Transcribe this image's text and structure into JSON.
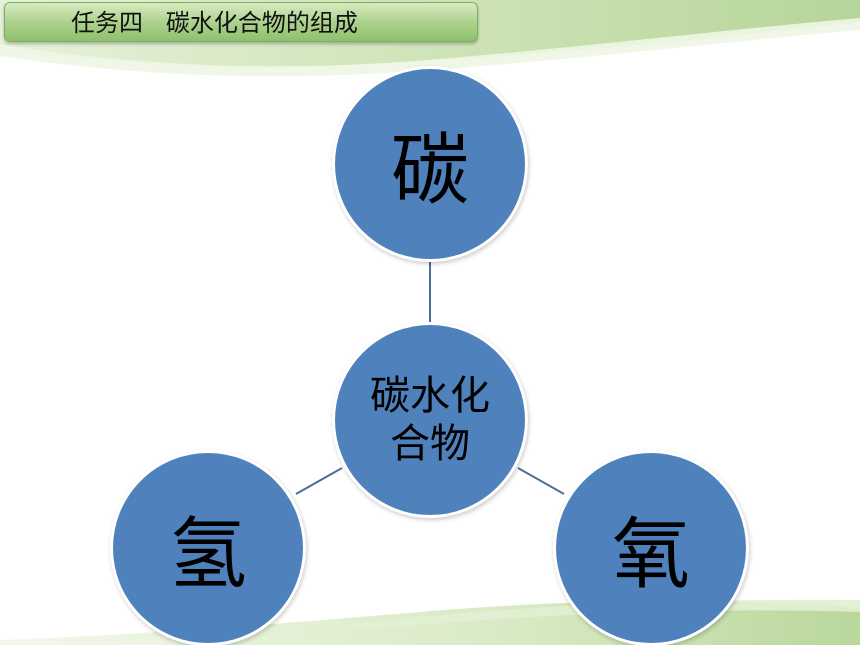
{
  "title": "任务四   碳水化合物的组成",
  "diagram": {
    "center": "碳水化合物",
    "top": "碳",
    "left": "氢",
    "right": "氧"
  },
  "colors": {
    "node_fill": "#4f81bd",
    "connector": "#4a6e9a",
    "title_bar": "#a9d08a"
  }
}
